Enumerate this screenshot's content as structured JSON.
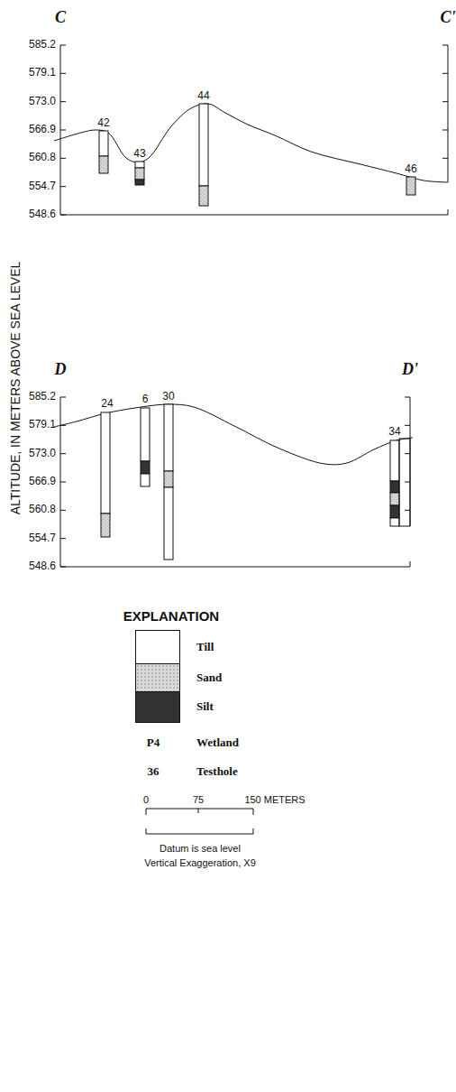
{
  "diagram": {
    "labels": [
      "C",
      "C'",
      "585.2",
      "579.1",
      "573.0",
      "566.9",
      "560.8",
      "554.7",
      "548.6",
      "42",
      "43",
      "44",
      "46",
      "D",
      "D'",
      "585.2",
      "579.1",
      "573.0",
      "566.9",
      "560.8",
      "554.7",
      "548.6",
      "24",
      "6",
      "30",
      "34",
      "ALTITUDE, IN METERS ABOVE SEA LEVEL",
      "EXPLANATION",
      "P4",
      "36",
      "0",
      "75",
      "150 METERS",
      "Datum is sea level",
      "Vertical Exaggeration, X9"
    ],
    "legend": [
      {
        "text": "Till",
        "color": "#ffffff"
      },
      {
        "text": "Sand",
        "color": "#d9d9d9"
      },
      {
        "text": "Silt",
        "color": "#333333"
      },
      {
        "text": "Wetland"
      },
      {
        "text": "Testhole"
      }
    ]
  }
}
